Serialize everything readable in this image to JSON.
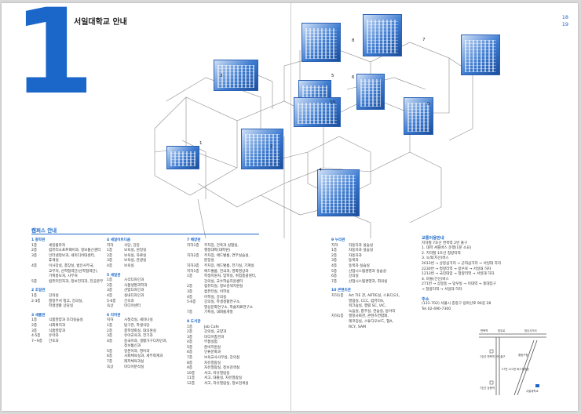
{
  "header": {
    "big_number": "1",
    "title": "서일대학교 안내",
    "page_left": "18",
    "page_right": "19"
  },
  "campus_map": {
    "building_labels": [
      "1",
      "2",
      "3",
      "4",
      "5",
      "6",
      "7",
      "8",
      "9",
      "10"
    ]
  },
  "campus_section_title": "캠퍼스 안내",
  "buildings_left": [
    {
      "title": "1  충학관",
      "floors": [
        [
          "1층",
          "세일플라자"
        ],
        [
          "2층",
          "컴퓨터소프트웨어과, 정보통신센터"
        ],
        [
          "3층",
          "인터넷정보과, 세미디어대센터,"
        ],
        [
          "",
          "휴게실"
        ],
        [
          "4층",
          "이사장실, 총장실, 법인사무국,"
        ],
        [
          "",
          "교무처, 산학협력단(산학협력단),"
        ],
        [
          "",
          "기획홍보처, 사무처"
        ],
        [
          "5층",
          "컴퓨터전자과, 정보전자과, 전공분부"
        ]
      ]
    },
    {
      "title": "2  조일관",
      "floors": [
        [
          "1층",
          "강의실"
        ],
        [
          "2·3층",
          "행정부서 청고, 강의실,"
        ],
        [
          "",
          "학생생활 상담실"
        ]
      ]
    },
    {
      "title": "3  새롬관",
      "floors": [
        [
          "1층",
          "식품영양과 조리실습실"
        ],
        [
          "2층",
          "사회복지과"
        ],
        [
          "3층",
          "식품영양과"
        ],
        [
          "4·5층",
          "유아과"
        ],
        [
          "7~9층",
          "간호과"
        ]
      ]
    }
  ],
  "buildings_mid": [
    {
      "title": "4  세일아트디움",
      "floors": [
        [
          "지하",
          "식당, 강당"
        ],
        [
          "1층",
          "보육실, 원장실"
        ],
        [
          "2층",
          "보육실, 자료실"
        ],
        [
          "3층",
          "보육실, 관광실"
        ],
        [
          "4층",
          "보육실"
        ]
      ]
    },
    {
      "title": "5  세일관",
      "floors": [
        [
          "1층",
          "시각디자인과"
        ],
        [
          "2층",
          "식품생명과학과"
        ],
        [
          "3층",
          "산업디자인과"
        ],
        [
          "4층",
          "실내디자인과"
        ],
        [
          "5·6층",
          "간호과"
        ],
        [
          "옥상",
          "미디어센터"
        ]
      ]
    },
    {
      "title": "6  지하관",
      "floors": [
        [
          "지하",
          "시청각실, 세미나실"
        ],
        [
          "1층",
          "탐구관, 학생식당"
        ],
        [
          "2층",
          "총학생회실, 대의원실"
        ],
        [
          "3층",
          "유아교육과, 전기과"
        ],
        [
          "4층",
          "중국어과, 생활가구디자인과,"
        ],
        [
          "",
          "정보통신과"
        ],
        [
          "5층",
          "일본어과, 영어과"
        ],
        [
          "6층",
          "사회체육실과, 세무회계과"
        ],
        [
          "7층",
          "레저체육과실"
        ],
        [
          "옥상",
          "미디어분석실"
        ]
      ]
    }
  ],
  "buildings_third": [
    {
      "title": "7  배양관",
      "floors": [
        [
          "지하1층",
          "주차장, 건축과 실험실,"
        ],
        [
          "",
          "행정대학(대학원)"
        ],
        [
          "지하2층",
          "주차장, 애드벌룸, 연무실습실,"
        ],
        [
          "",
          "분장실"
        ],
        [
          "지하3층",
          "주차장, 애드벌룸, 전기실, 기계실"
        ],
        [
          "지하1층",
          "애드벌룸, 전국과, 영화영상과"
        ],
        [
          "1층",
          "학생지원처, 입학실, 취업총괄센터,"
        ],
        [
          "",
          "강의실, 교수학습지원센터"
        ],
        [
          "2층",
          "컴퓨터실, 정보검색지원실"
        ],
        [
          "3층",
          "컴퓨터실, 어학실"
        ],
        [
          "4층",
          "어학실, 강의실"
        ],
        [
          "5·6층",
          "강의실, 학생생활연구소,"
        ],
        [
          "",
          "영상문화연구소, 학술자료연구소"
        ],
        [
          "7층",
          "기획실, 대회룸개발"
        ]
      ]
    },
    {
      "title": "8  도서관",
      "floors": [
        [
          "1층",
          "Job Cafe"
        ],
        [
          "2층",
          "강의실, 교양과"
        ],
        [
          "3층",
          "미디어총관과"
        ],
        [
          "4층",
          "부품실험"
        ],
        [
          "5층",
          "준비지원실"
        ],
        [
          "6층",
          "인류문화과"
        ],
        [
          "7층",
          "보육교사사무실, 강의실"
        ],
        [
          "8층",
          "자유열람실"
        ],
        [
          "9층",
          "자유열람실, 정보검색실"
        ],
        [
          "10층",
          "서고, 자유열람실"
        ],
        [
          "11층",
          "서고, 대출실, 자유열람실"
        ],
        [
          "12층",
          "서고, 자유열람실, 정보검색실"
        ]
      ]
    }
  ],
  "buildings_right": [
    {
      "title": "9  누리관",
      "floors": [
        [
          "지하",
          "자동차과 실습실"
        ],
        [
          "1층",
          "자동차과 실습실"
        ],
        [
          "2층",
          "자동차과"
        ],
        [
          "3층",
          "동북과"
        ],
        [
          "4층",
          "동북과 실습실"
        ],
        [
          "5층",
          "산업시스템경영과 실습실"
        ],
        [
          "6층",
          "강의실"
        ],
        [
          "7층",
          "산업시스템경영과, 회의실"
        ]
      ]
    },
    {
      "title": "10  콘텐츠관",
      "floors": [
        [
          "지하1층",
          "Art TIE 관, ARTIE실, 스튜디오1,"
        ],
        [
          "",
          "열람실, CCC, 컴퓨터A,"
        ],
        [
          "",
          "워크숍실, 행렬 SC, VIC,"
        ],
        [
          "",
          "녹음실, 합주실, 연습실, 동아리"
        ],
        [
          "지하1층",
          "행정사회관, 콘텐츠연합회,"
        ],
        [
          "",
          "레코딩실, 스튜디오보드, 협A,"
        ],
        [
          "",
          "RCY, SAM"
        ]
      ]
    }
  ],
  "transport": {
    "title": "교통이용안내",
    "lines": [
      "지하철 7호선 면목역 2번 출구",
      "1. 대학 셔틀버스 운행(1분 소요)",
      "2. 지하철 1호선 청량리역",
      "3. 녹색(지선)버스",
      "   2013번 → 상봉삼거리 → 군자삼거리 → 서일대 하차",
      "   2230번 → 청량리역 → 망우로 → 서일대 하차",
      "   1213번 → 국민대입 → 청량리역 → 서일대 하차",
      "4. 마을(간선)버스",
      "   271번 → 상봉동 → 망우동 → 이대역 → 홍대입구",
      "   → 청량리역 → 서일대 하차"
    ],
    "address_title": "주소",
    "address": "(131-702) 서울시 중랑구 용마산로 90길 28",
    "tel": "Tel.02-490-7300"
  },
  "location_map": {
    "labels": [
      "망우로",
      "면목역",
      "망우사거리",
      "7호선 면목역 2번 출구",
      "중랑구청",
      "27번 121번 버스정류장",
      "7호선 상봉역",
      "서일대학교"
    ]
  },
  "colors": {
    "accent": "#1a66c9",
    "photo_dark": "#1b4d9a",
    "line": "#8a8a8a"
  }
}
